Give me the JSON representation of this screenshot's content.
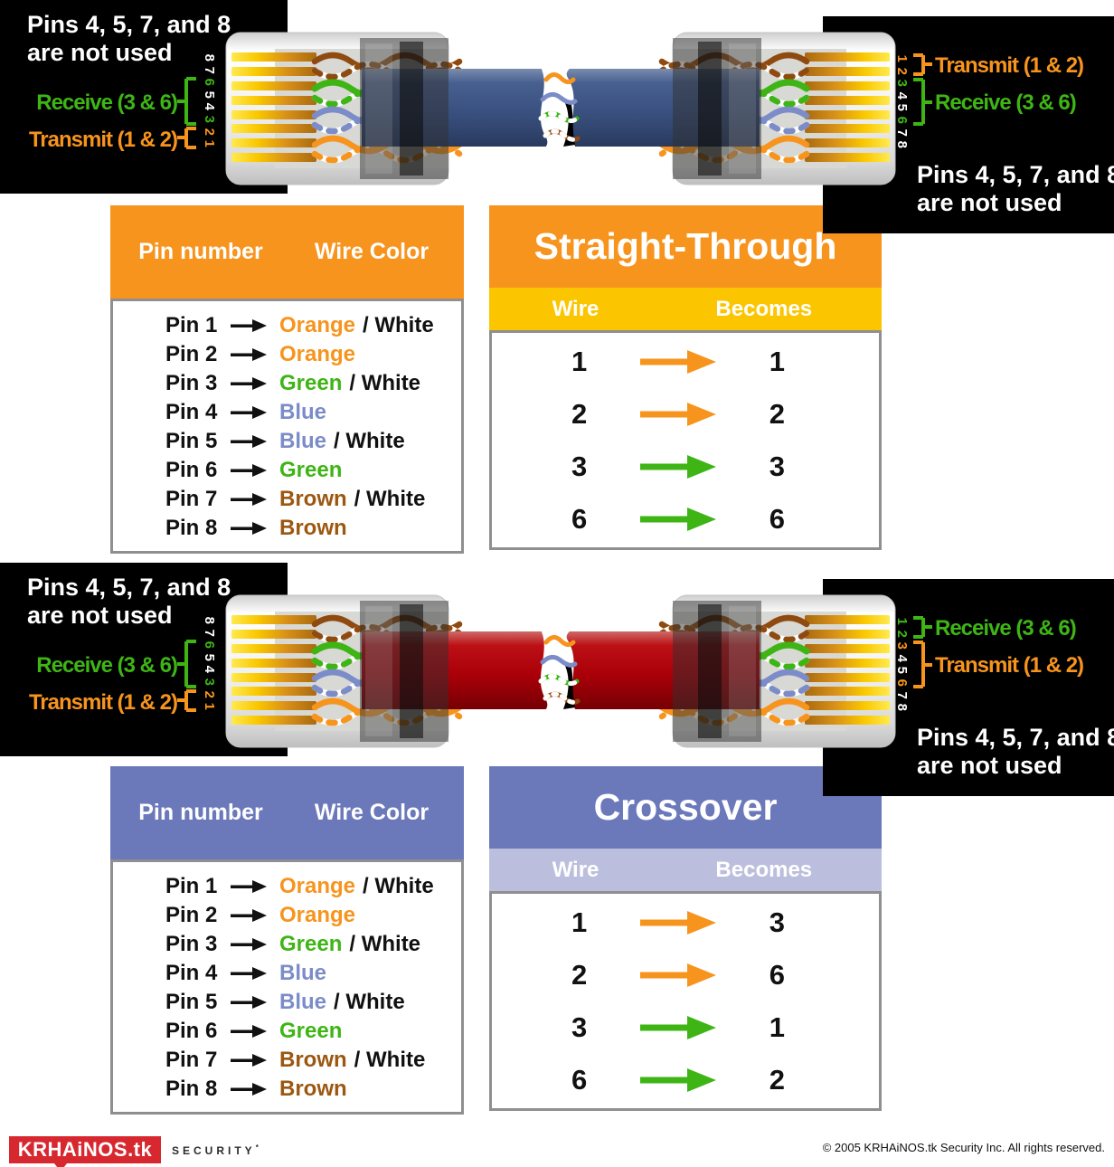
{
  "colors": {
    "orange": "#F7941D",
    "yellow": "#FBC500",
    "periwinkle": "#6B79BB",
    "lavender": "#BBBFDD",
    "green": "#3EB515",
    "wire_blue": "#7B8CC8",
    "wire_brown": "#9C5710",
    "cable_straight": "#3A5180",
    "cable_crossover": "#B00008",
    "logo_red": "#D7282F",
    "panel_black": "#000000"
  },
  "pin_digits": [
    "1",
    "2",
    "3",
    "4",
    "5",
    "6",
    "7",
    "8"
  ],
  "labels": {
    "unused_line1": "Pins 4, 5, 7, and 8",
    "unused_line2": "are not used",
    "receive": "Receive (3 & 6)",
    "transmit": "Transmit (1 & 2)"
  },
  "pin_color_table": {
    "header": {
      "col1": "Pin number",
      "col2": "Wire Color"
    },
    "rows": [
      {
        "pin": "Pin 1",
        "color": "Orange",
        "suffix": "/ White"
      },
      {
        "pin": "Pin 2",
        "color": "Orange",
        "suffix": ""
      },
      {
        "pin": "Pin 3",
        "color": "Green",
        "suffix": "/ White"
      },
      {
        "pin": "Pin 4",
        "color": "Blue",
        "suffix": ""
      },
      {
        "pin": "Pin 5",
        "color": "Blue",
        "suffix": "/ White"
      },
      {
        "pin": "Pin 6",
        "color": "Green",
        "suffix": ""
      },
      {
        "pin": "Pin 7",
        "color": "Brown",
        "suffix": "/ White"
      },
      {
        "pin": "Pin 8",
        "color": "Brown",
        "suffix": ""
      }
    ]
  },
  "straight_table": {
    "title": "Straight-Through",
    "col1": "Wire",
    "col2": "Becomes",
    "rows": [
      {
        "from": "1",
        "to": "1"
      },
      {
        "from": "2",
        "to": "2"
      },
      {
        "from": "3",
        "to": "3"
      },
      {
        "from": "6",
        "to": "6"
      }
    ]
  },
  "crossover_table": {
    "title": "Crossover",
    "col1": "Wire",
    "col2": "Becomes",
    "rows": [
      {
        "from": "1",
        "to": "3"
      },
      {
        "from": "2",
        "to": "6"
      },
      {
        "from": "3",
        "to": "1"
      },
      {
        "from": "6",
        "to": "2"
      }
    ]
  },
  "footer": {
    "logo": "KRHAiNOS.tk",
    "brand": "SECURITY",
    "brand_mark": "*",
    "copyright": "© 2005 KRHAiNOS.tk Security Inc. All rights reserved."
  }
}
